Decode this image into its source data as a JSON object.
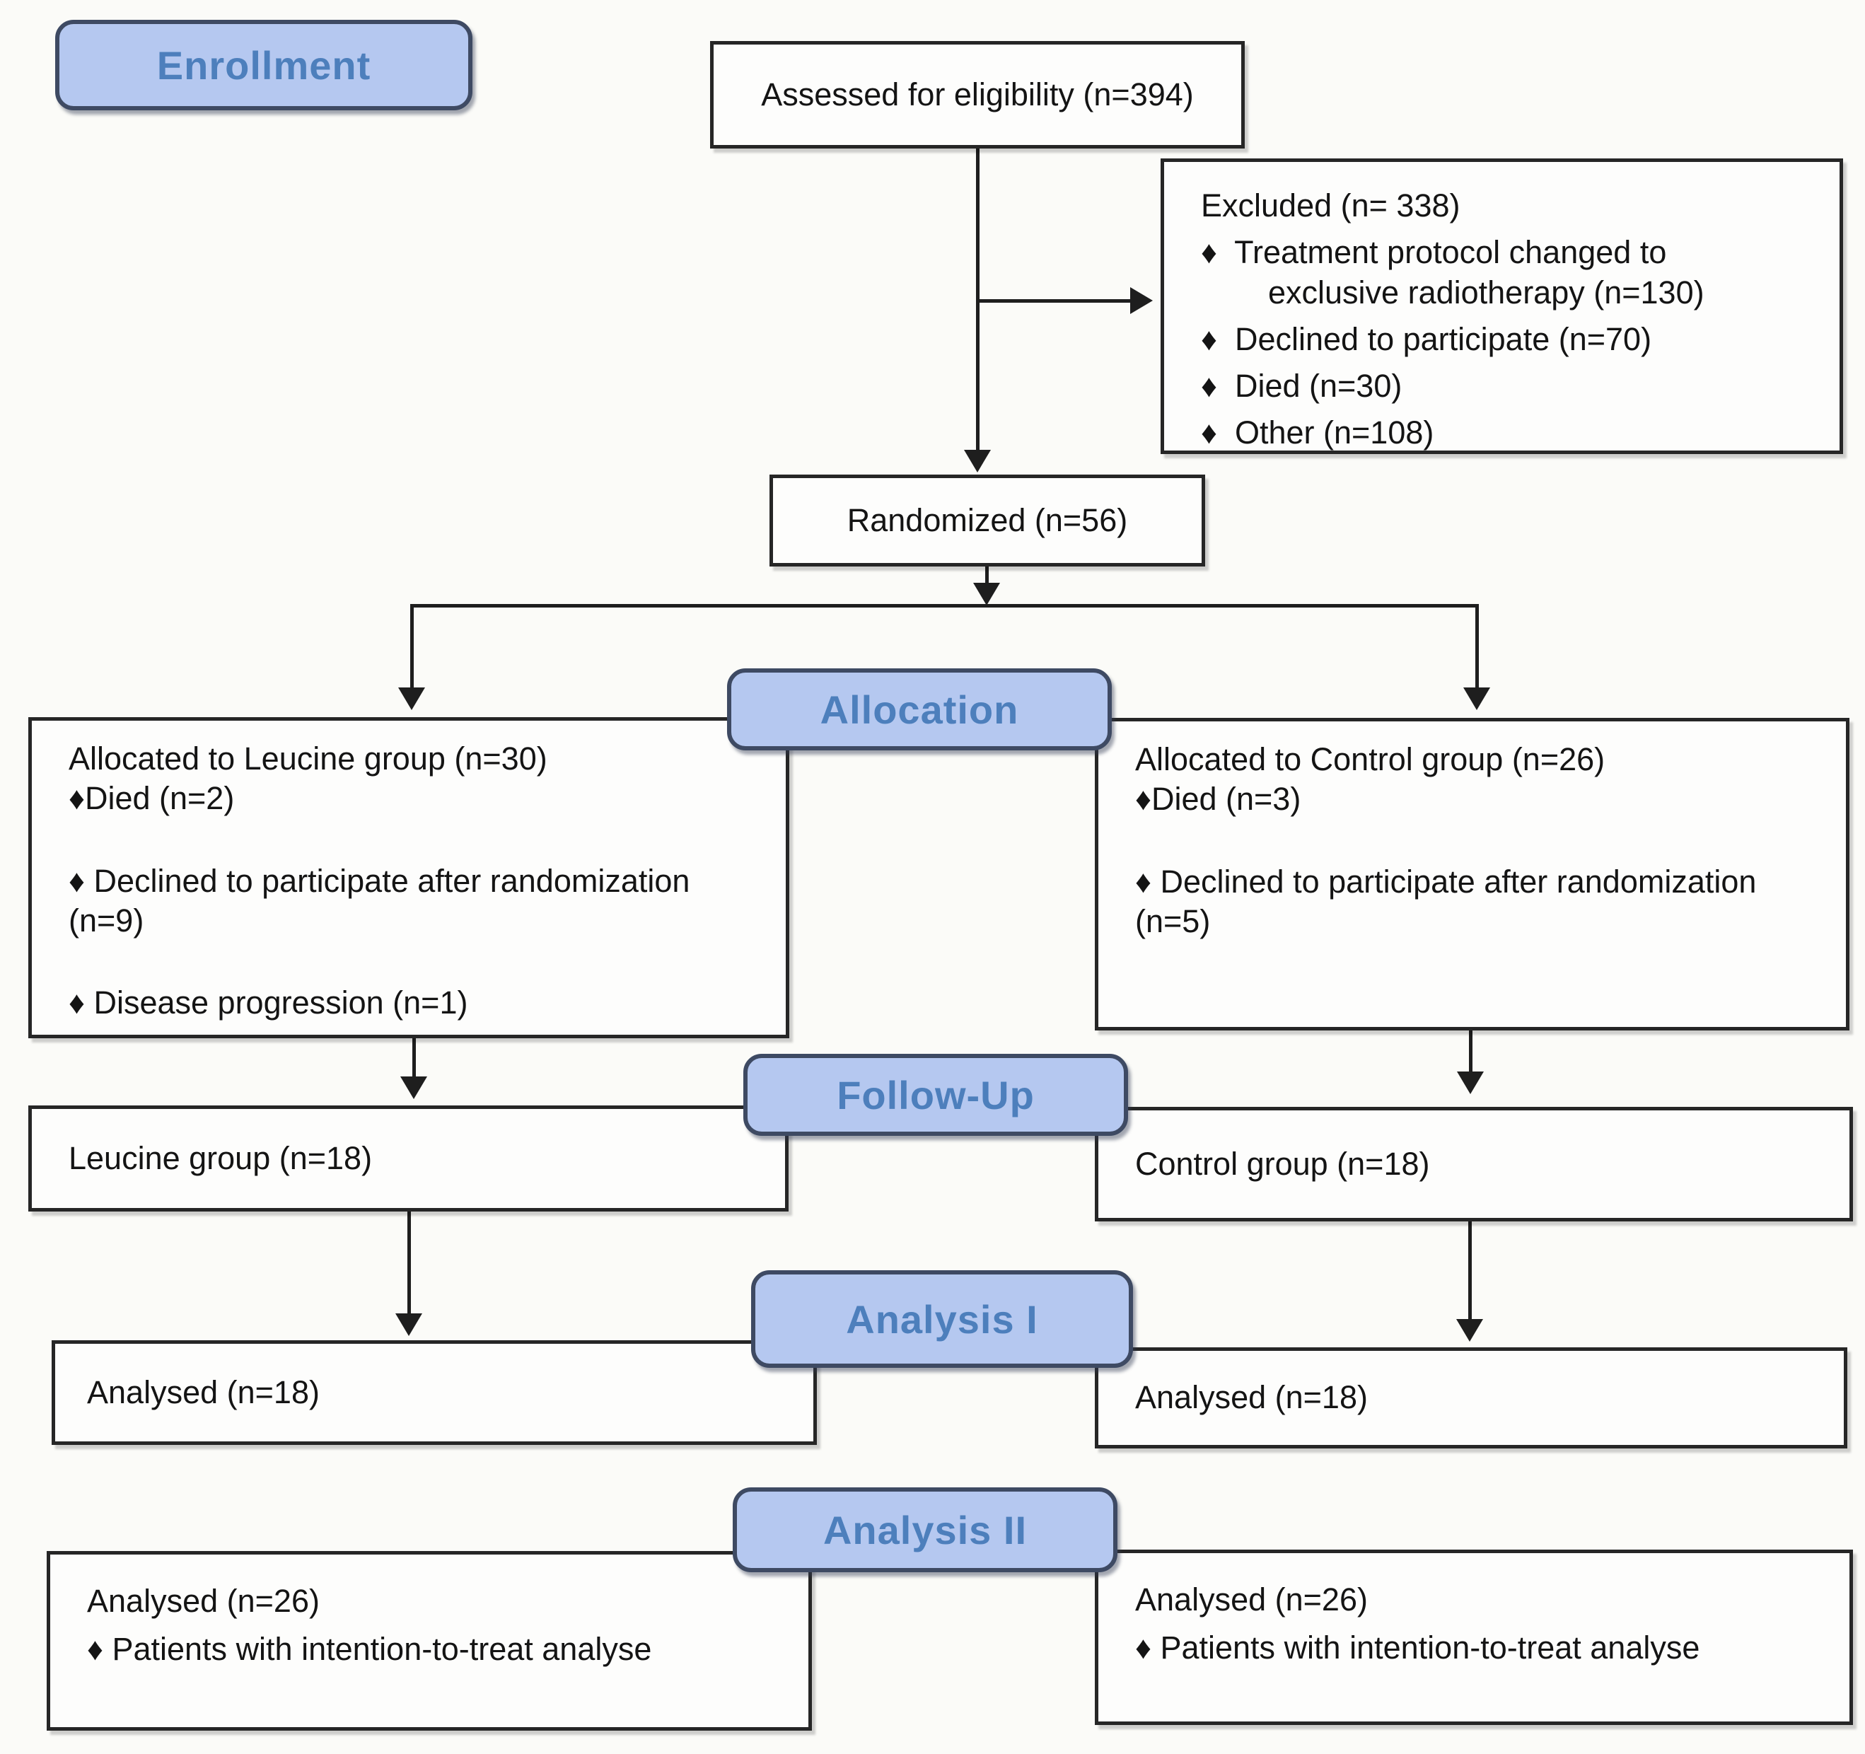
{
  "colors": {
    "badge_fill": "#b5c8f0",
    "badge_border": "#3e4a63",
    "badge_text": "#4d7fbc",
    "box_border": "#262626",
    "connector": "#1e1e1e"
  },
  "stages": {
    "enrollment": "Enrollment",
    "allocation": "Allocation",
    "followup": "Follow-Up",
    "analysis1": "Analysis I",
    "analysis2": "Analysis II"
  },
  "boxes": {
    "assessed": {
      "text": "Assessed for eligibility (n=394)"
    },
    "excluded": {
      "title": "Excluded (n= 338)",
      "items": [
        "♦  Treatment protocol changed to exclusive radiotherapy (n=130)",
        "♦  Declined to participate (n=70)",
        "♦  Died (n=30)",
        "♦  Other (n=108)"
      ]
    },
    "randomized": {
      "text": "Randomized (n=56)"
    },
    "allocation_left": {
      "title": "Allocated to Leucine group (n=30)",
      "items": [
        "♦Died (n=2)",
        "♦ Declined to participate after randomization (n=9)",
        "♦ Disease progression (n=1)"
      ]
    },
    "allocation_right": {
      "title": "Allocated to Control group (n=26)",
      "items": [
        "♦Died (n=3)",
        "♦ Declined to participate after randomization (n=5)"
      ]
    },
    "followup_left": {
      "text": "Leucine group (n=18)"
    },
    "followup_right": {
      "text": "Control group (n=18)"
    },
    "analysis1_left": {
      "text": "Analysed (n=18)"
    },
    "analysis1_right": {
      "text": "Analysed (n=18)"
    },
    "analysis2_left": {
      "title": "Analysed (n=26)",
      "items": [
        "♦ Patients with intention-to-treat analyse"
      ]
    },
    "analysis2_right": {
      "title": "Analysed (n=26)",
      "items": [
        "♦ Patients with intention-to-treat analyse"
      ]
    }
  }
}
